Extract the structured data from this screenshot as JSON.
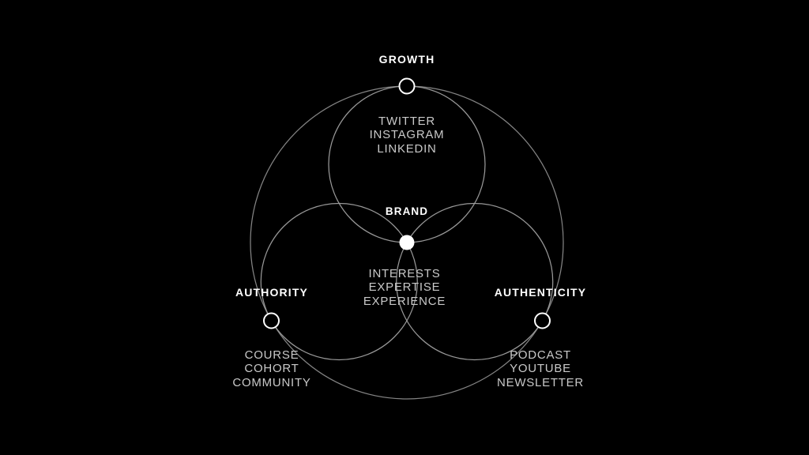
{
  "diagram": {
    "title": "Brand Framework Venn Diagram",
    "background_color": "#000000",
    "stroke_color": "#9a9a9a",
    "node_color": "#ffffff",
    "title_color": "#ffffff",
    "item_color": "#c9c9c9",
    "hub": {
      "label": "BRAND",
      "node_type": "filled-circle",
      "items": [
        "INTERESTS",
        "EXPERTISE",
        "EXPERIENCE"
      ]
    },
    "pillars": [
      {
        "id": "growth",
        "label": "GROWTH",
        "node_type": "ring-circle",
        "items": [
          "TWITTER",
          "INSTAGRAM",
          "LINKEDIN"
        ]
      },
      {
        "id": "authority",
        "label": "AUTHORITY",
        "node_type": "ring-circle",
        "items": [
          "COURSE",
          "COHORT",
          "COMMUNITY"
        ]
      },
      {
        "id": "authenticity",
        "label": "AUTHENTICITY",
        "node_type": "ring-circle",
        "items": [
          "PODCAST",
          "YOUTUBE",
          "NEWSLETTER"
        ]
      }
    ]
  }
}
